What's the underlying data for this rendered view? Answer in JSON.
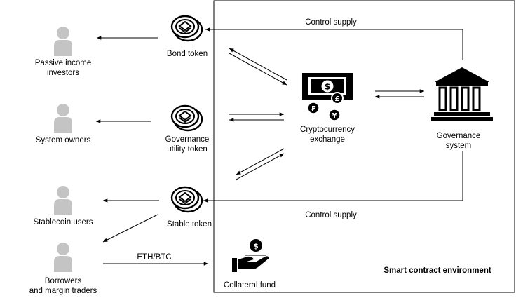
{
  "actors": {
    "passive_income": "Passive income\ninvestors",
    "system_owners": "System owners",
    "stablecoin_users": "Stablecoin users",
    "borrowers": "Borrowers\nand margin traders"
  },
  "tokens": {
    "bond": "Bond token",
    "governance": "Governance\nutility token",
    "stable": "Stable token"
  },
  "exchange_label": "Cryptocurrency\nexchange",
  "governance_system_label": "Governance\nsystem",
  "control_supply_top": "Control supply",
  "control_supply_bottom": "Control supply",
  "collateral_fund_label": "Collateral fund",
  "eth_btc_label": "ETH/BTC",
  "environment_label": "Smart contract environment",
  "icons": {
    "person": "person-icon",
    "coin": "coin-token-icon",
    "exchange": "currency-exchange-icon",
    "bank": "bank-building-icon",
    "fund": "hand-coin-icon"
  }
}
